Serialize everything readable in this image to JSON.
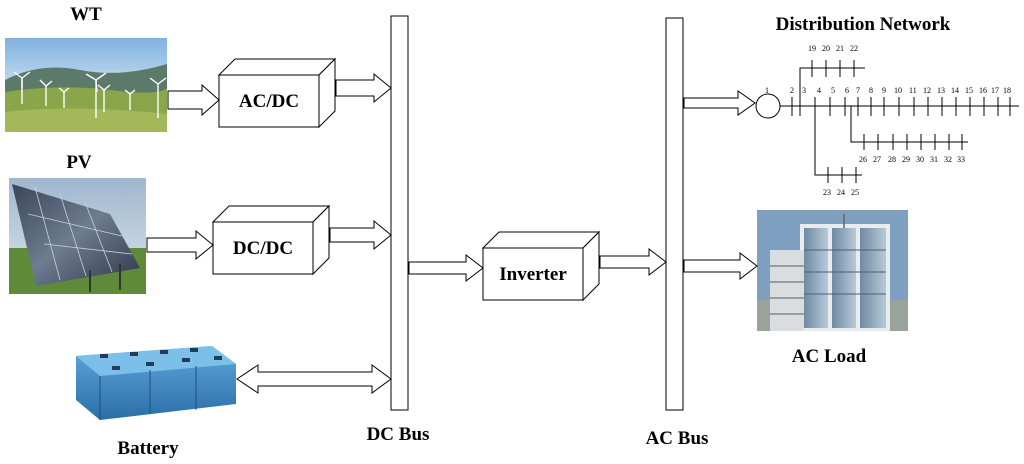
{
  "labels": {
    "wt": "WT",
    "pv": "PV",
    "battery": "Battery",
    "dc_bus": "DC Bus",
    "ac_bus": "AC Bus",
    "distribution_network": "Distribution Network",
    "ac_load": "AC Load"
  },
  "boxes": {
    "acdc": "AC/DC",
    "dcdc": "DC/DC",
    "inverter": "Inverter"
  },
  "network": {
    "main_nodes": [
      "1",
      "2",
      "3",
      "4",
      "5",
      "6",
      "7",
      "8",
      "9",
      "10",
      "11",
      "12",
      "13",
      "14",
      "15",
      "16",
      "17",
      "18"
    ],
    "top_branch_nodes": [
      "19",
      "20",
      "21",
      "22"
    ],
    "lower_branch_nodes": [
      "26",
      "27",
      "28",
      "29",
      "30",
      "31",
      "32",
      "33"
    ],
    "bottom_branch_nodes": [
      "23",
      "24",
      "25"
    ]
  }
}
